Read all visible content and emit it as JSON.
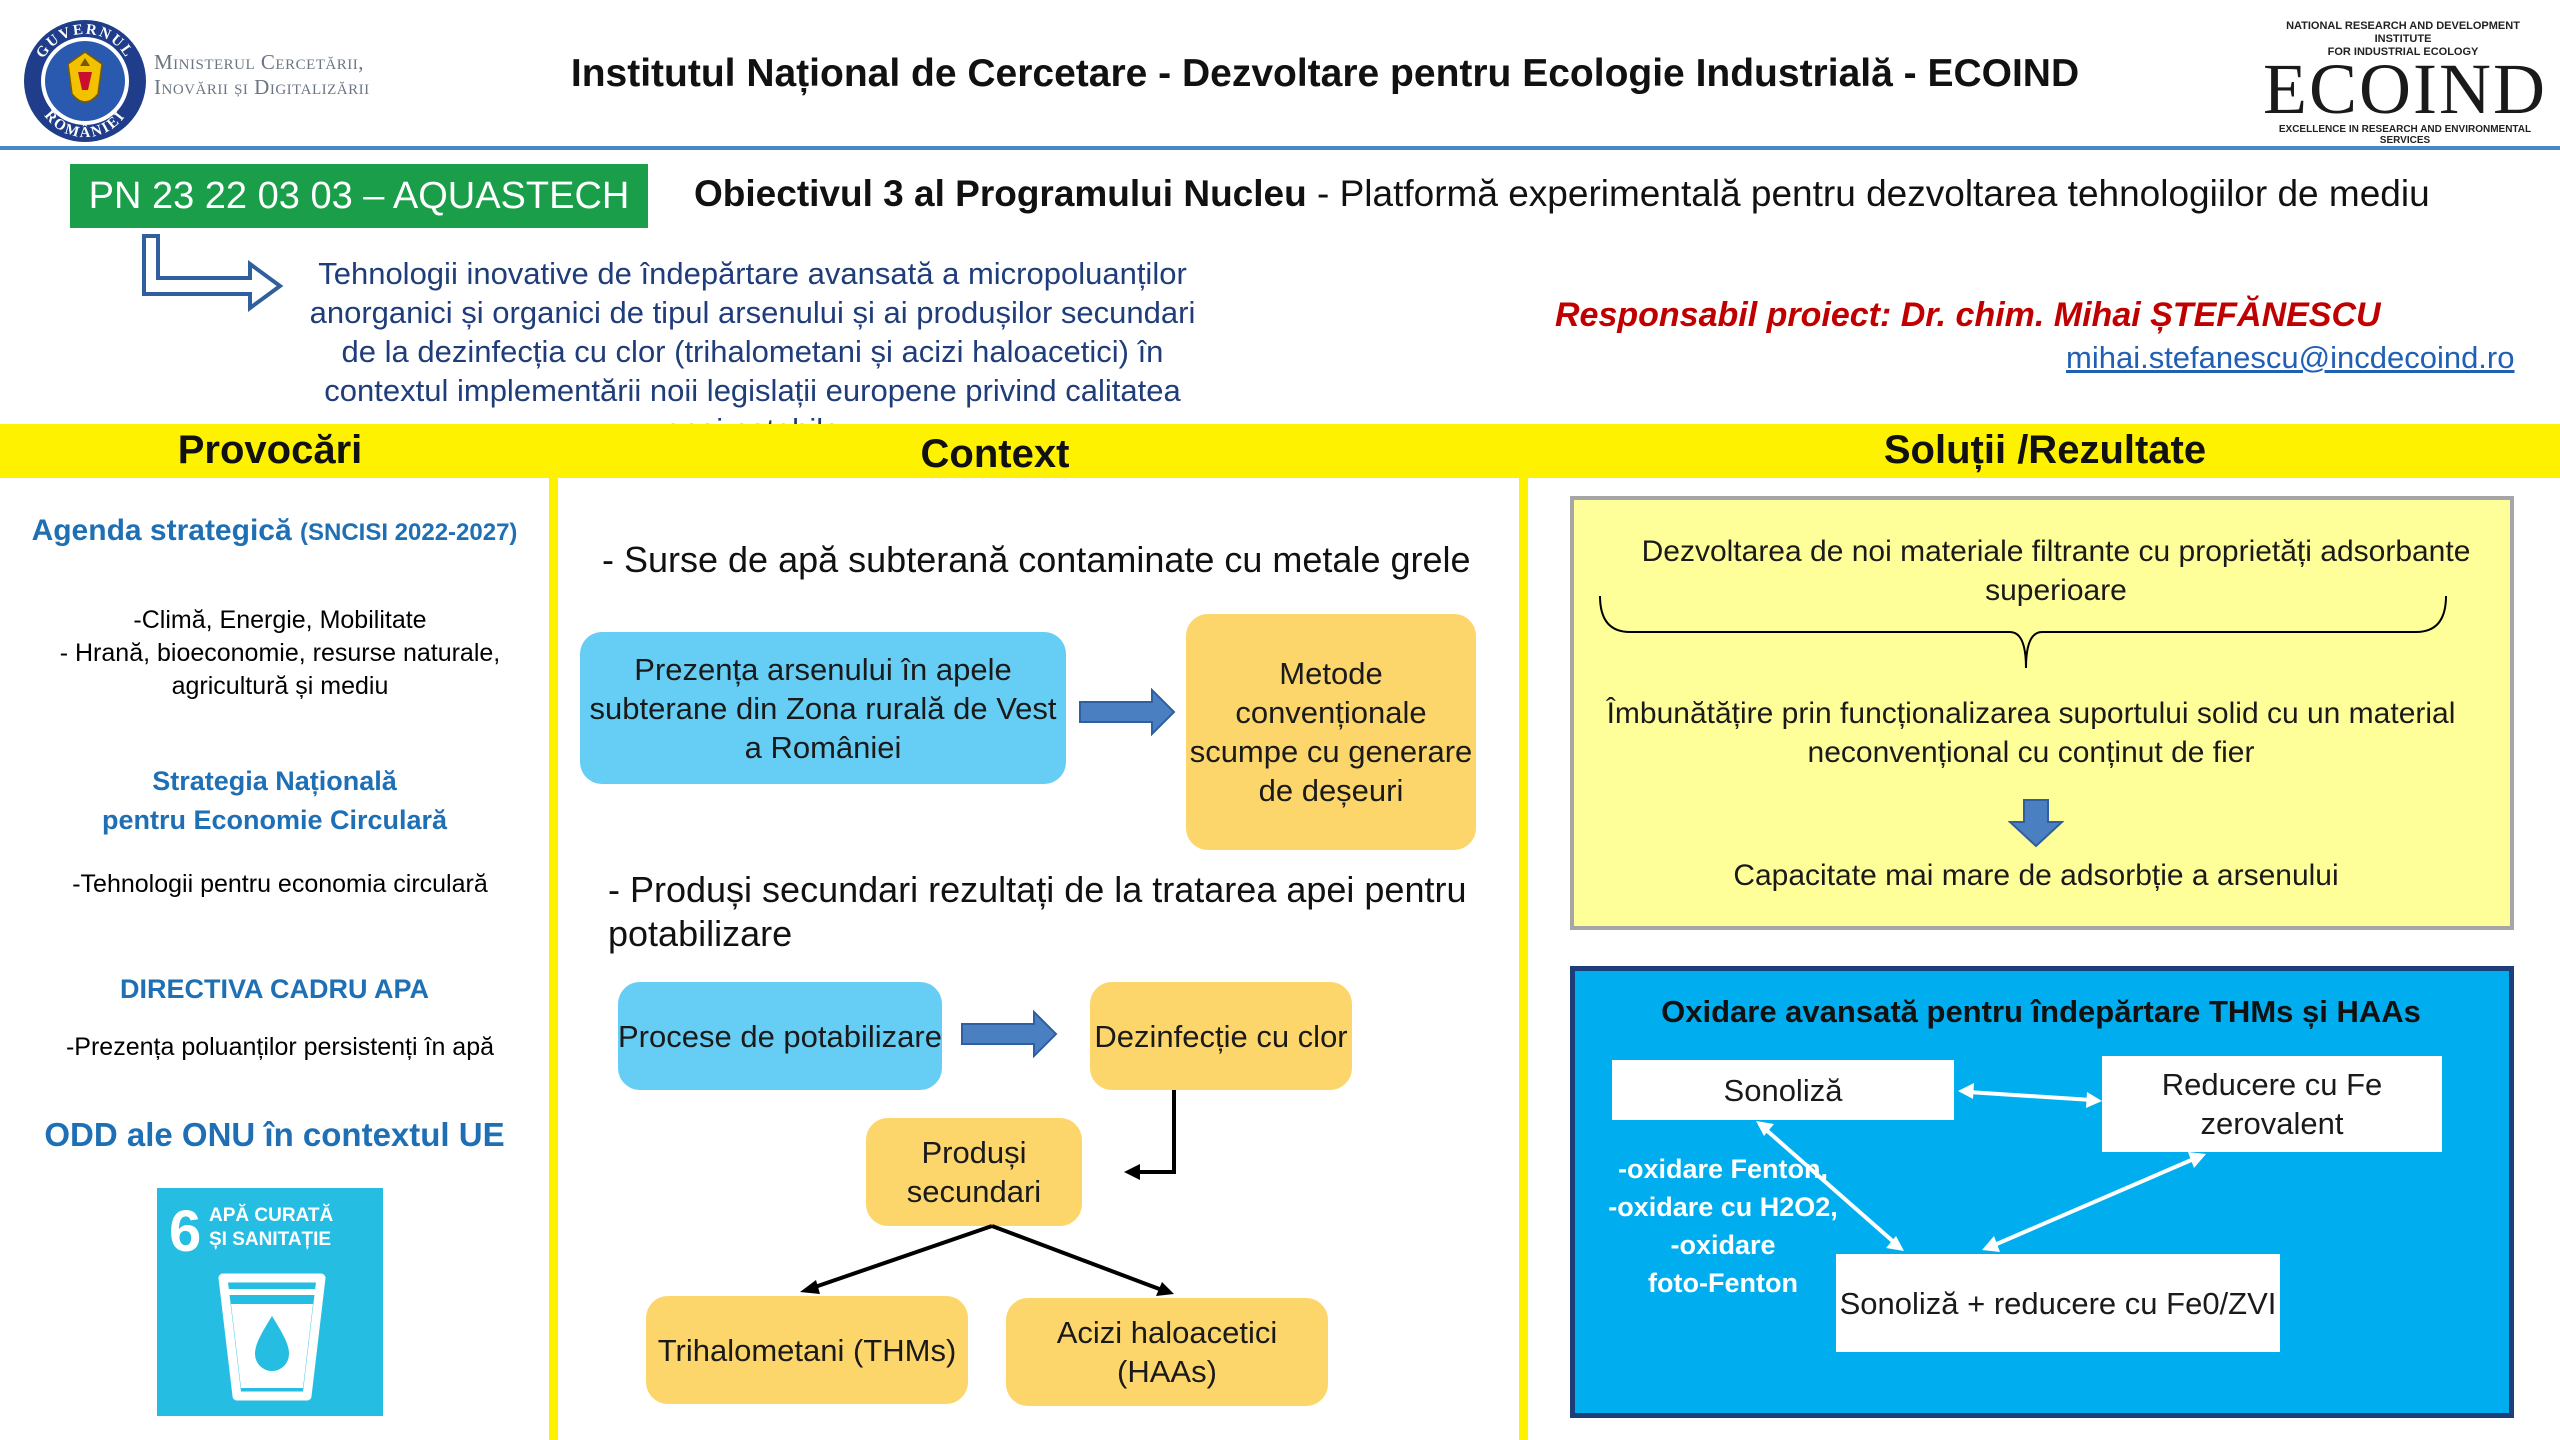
{
  "header": {
    "title": "Institutul Național de Cercetare - Dezvoltare pentru Ecologie Industrială - ECOIND",
    "ministry_line1": "Ministerul Cercetării,",
    "ministry_line2": "Inovării și Digitalizării",
    "gov_logo_top": "GUVERNUL",
    "gov_logo_bottom": "ROMÂNIEI",
    "ecoind_top_line1": "NATIONAL RESEARCH AND DEVELOPMENT INSTITUTE",
    "ecoind_top_line2": "FOR INDUSTRIAL ECOLOGY",
    "ecoind_wordmark": "ECOIND",
    "ecoind_tagline": "EXCELLENCE IN RESEARCH AND ENVIRONMENTAL SERVICES"
  },
  "project": {
    "badge": "PN 23 22 03 03 – AQUASTECH",
    "objective_bold": "Obiectivul 3 al Programului Nucleu",
    "objective_rest": " - Platformă experimentală pentru dezvoltarea tehnologiilor de mediu",
    "description": "Tehnologii inovative de îndepărtare avansată a micropoluanților anorganici și organici de tipul arsenului și ai produșilor secundari de la dezinfecția cu clor (trihalometani și acizi haloacetici) în contextul implementării noii legislații europene privind calitatea apei potabile",
    "responsible": "Responsabil proiect: Dr. chim. Mihai ȘTEFĂNESCU",
    "email": "mihai.stefanescu@incdecoind.ro"
  },
  "sections": {
    "challenges": "Provocări",
    "context": "Context",
    "solutions": "Soluții /Rezultate"
  },
  "challenges": {
    "agenda_title": "Agenda strategică ",
    "agenda_sub": "(SNCISI 2022-2027)",
    "agenda_item1": "-Climă, Energie, Mobilitate",
    "agenda_item2": "- Hrană, bioeconomie, resurse naturale,",
    "agenda_item3": "agricultură și mediu",
    "strategy_line1": "Strategia Națională",
    "strategy_line2": "pentru Economie Circulară",
    "strategy_item": "-Tehnologii pentru economia circulară",
    "directive_title": "DIRECTIVA CADRU APA",
    "directive_item": "-Prezența poluanților persistenți în apă",
    "sdg_title": "ODD ale ONU în contextul UE",
    "sdg_number": "6",
    "sdg_label_line1": "APĂ CURATĂ",
    "sdg_label_line2": "ȘI SANITAȚIE"
  },
  "context": {
    "groundwater_heading": "- Surse de apă subterană contaminate cu metale grele",
    "arsenic_box": "Prezența arsenului în apele subterane din Zona rurală de Vest a României",
    "conventional_box": "Metode convenționale scumpe cu generare de deșeuri",
    "byproducts_heading": "- Produși secundari rezultați de la tratarea apei pentru potabilizare",
    "potab_box": "Procese de potabilizare",
    "disinfection_box": "Dezinfecție cu clor",
    "secondary_box": "Produși secundari",
    "thm_box": "Trihalometani (THMs)",
    "haa_box": "Acizi haloacetici (HAAs)"
  },
  "solutions": {
    "filter_text": "Dezvoltarea de noi materiale filtrante cu proprietăți adsorbante superioare",
    "improve_text": "Îmbunătățire prin funcționalizarea suportului solid cu un material neconvențional cu conținut de fier",
    "capacity_text": "Capacitate mai mare de adsorbție a arsenului",
    "oxid_title": "Oxidare avansată pentru îndepărtare THMs și HAAs",
    "sonolysis": "Sonoliză",
    "reduction": "Reducere cu Fe zerovalent",
    "combo": "Sonoliză + reducere cu Fe0/ZVI",
    "oxid_list_1": "-oxidare Fenton,",
    "oxid_list_2": "-oxidare cu H2O2,",
    "oxid_list_3": "-oxidare",
    "oxid_list_4": "foto-Fenton"
  },
  "colors": {
    "header_rule": "#4a86c5",
    "badge_green": "#1a9e4a",
    "section_yellow": "#fff200",
    "box_blue": "#66cdf4",
    "box_orange": "#fcd66a",
    "panel_yellow": "#ffff99",
    "panel_blue": "#00aeef",
    "responsible_red": "#c00000",
    "heading_blue": "#1f6fb4"
  }
}
